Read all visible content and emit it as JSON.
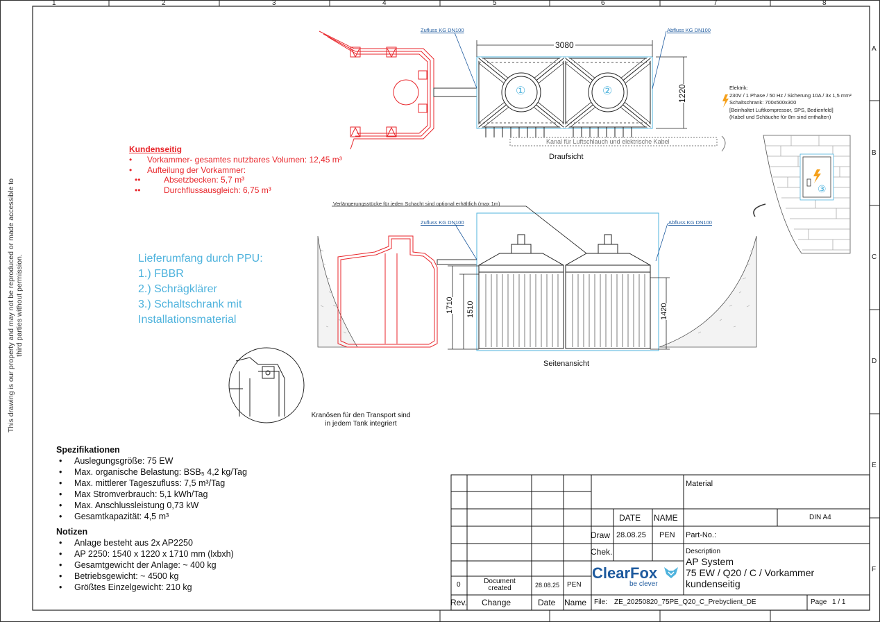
{
  "grid": {
    "cols": [
      "1",
      "2",
      "3",
      "4",
      "5",
      "6",
      "7",
      "8"
    ],
    "rows": [
      "A",
      "B",
      "C",
      "D",
      "E",
      "F"
    ]
  },
  "side_notice": "This drawing is our property and may not be reproduced or made accessible to third parties without permission.",
  "top_view": {
    "inflow_label": "Zufluss KG DN100",
    "outflow_label": "Abfluss KG DN100",
    "width_dim": "3080",
    "depth_dim": "1220",
    "tank1_marker": "①",
    "tank2_marker": "②",
    "channel_label": "Kanal für Luftschlauch und elektrische Kabel",
    "caption": "Draufsicht"
  },
  "elektrik": {
    "lines": [
      "Elektrik:",
      "230V / 1 Phase / 50 Hz / Sicherung 10A / 3x 1,5 mm²",
      "Schaltschrank: 700x500x300",
      "[Beinhaltet Luftkompressor, SPS, Bedienfeld]",
      "(Kabel und Schäuche für 8m sind enthalten)"
    ],
    "cabinet_marker": "③"
  },
  "kundenseitig": {
    "title": "Kundenseitig",
    "items": [
      {
        "bullet": "•",
        "text": "Vorkammer- gesamtes nutzbares Volumen: 12,45 m³"
      },
      {
        "bullet": "•",
        "text": "Aufteilung der Vorkammer:"
      },
      {
        "bullet": "••",
        "text": "Absetzbecken: 5,7 m³"
      },
      {
        "bullet": "••",
        "text": "Durchflussausgleich: 6,75 m³"
      }
    ]
  },
  "side_view": {
    "extension_note": "Verlängerungsstücke für jeden Schacht sind optional erhältlich (max 1m)",
    "inflow_label": "Zufluss KG DN100",
    "outflow_label": "Abfluss KG DN100",
    "dim_total": "1710",
    "dim_inner": "1510",
    "dim_water": "1420",
    "caption": "Seitenansicht"
  },
  "lieferumfang": {
    "title": "Lieferumfang durch PPU:",
    "items": [
      "1.) FBBR",
      "2.) Schrägklärer",
      "3.) Schaltschrank mit",
      "Installationsmaterial"
    ]
  },
  "kranoesen": {
    "line1": "Kranösen für den Transport sind",
    "line2": "in jedem Tank integriert"
  },
  "spezifikationen": {
    "title": "Spezifikationen",
    "items": [
      "Auslegungsgröße: 75 EW",
      "Max. organische Belastung: BSB₅ 4,2 kg/Tag",
      "Max. mittlerer Tageszufluss: 7,5 m³/Tag",
      "Max Stromverbrauch: 5,1 kWh/Tag",
      "Max. Anschlussleistung 0,73 kW",
      "Gesamtkapazität: 4,5 m³"
    ]
  },
  "notizen": {
    "title": "Notizen",
    "items": [
      "Anlage besteht aus 2x AP2250",
      "AP 2250: 1540 x 1220 x 1710 mm (lxbxh)",
      "Gesamtgewicht der Anlage: ~ 400 kg",
      "Betriebsgewicht: ~ 4500 kg",
      "Größtes Einzelgewicht: 210 kg"
    ]
  },
  "title_block": {
    "material_label": "Material",
    "date_header": "DATE",
    "name_header": "NAME",
    "format": "DIN A4",
    "draw_label": "Draw",
    "draw_date": "28.08.25",
    "draw_name": "PEN",
    "part_no_label": "Part-No.:",
    "chek_label": "Chek.",
    "description_label": "Description",
    "description_lines": [
      "AP System",
      "75 EW / Q20 / C / Vorkammer",
      "kundenseitig"
    ],
    "logo_text": "ClearFox",
    "logo_tagline": "be clever",
    "rev_value": "0",
    "change_value_1": "Document",
    "change_value_2": "created",
    "rev_date": "28.08.25",
    "rev_name": "PEN",
    "rev_label": "Rev.",
    "change_label": "Change",
    "date_label": "Date",
    "name_label": "Name",
    "file_label": "File:",
    "file_name": "ZE_20250820_75PE_Q20_C_Prebyclient_DE",
    "page_label": "Page",
    "page_value": "1  /  1"
  },
  "colors": {
    "red": "#e8262b",
    "cyan": "#4fb3dd",
    "dark_blue": "#1e5a9e",
    "orange": "#f5a01a"
  }
}
